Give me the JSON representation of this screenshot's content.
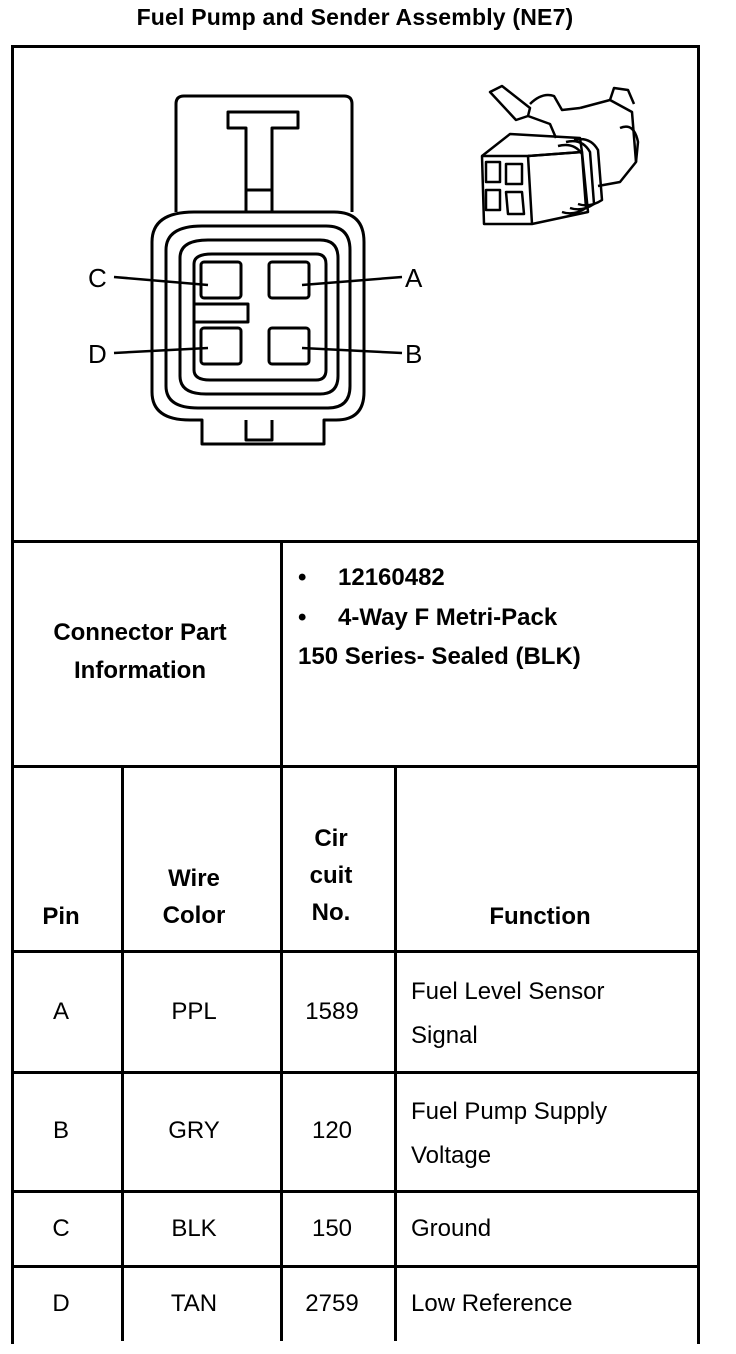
{
  "title": "Fuel Pump and Sender Assembly (NE7)",
  "connector_diagram": {
    "pin_labels": {
      "a": "A",
      "b": "B",
      "c": "C",
      "d": "D"
    }
  },
  "connector_info": {
    "label": "Connector Part Information",
    "bullets": [
      "12160482",
      "4-Way F Metri-Pack"
    ],
    "continuation": "150 Series- Sealed (BLK)"
  },
  "table": {
    "headers": {
      "pin": "Pin",
      "wire_color": "Wire Color",
      "circuit": "Cir cuit No.",
      "function": "Function"
    },
    "rows": [
      {
        "pin": "A",
        "wire_color": "PPL",
        "circuit": "1589",
        "function": "Fuel Level Sensor Signal"
      },
      {
        "pin": "B",
        "wire_color": "GRY",
        "circuit": "120",
        "function": "Fuel Pump Supply Voltage"
      },
      {
        "pin": "C",
        "wire_color": "BLK",
        "circuit": "150",
        "function": "Ground"
      },
      {
        "pin": "D",
        "wire_color": "TAN",
        "circuit": "2759",
        "function": "Low Reference"
      }
    ]
  }
}
